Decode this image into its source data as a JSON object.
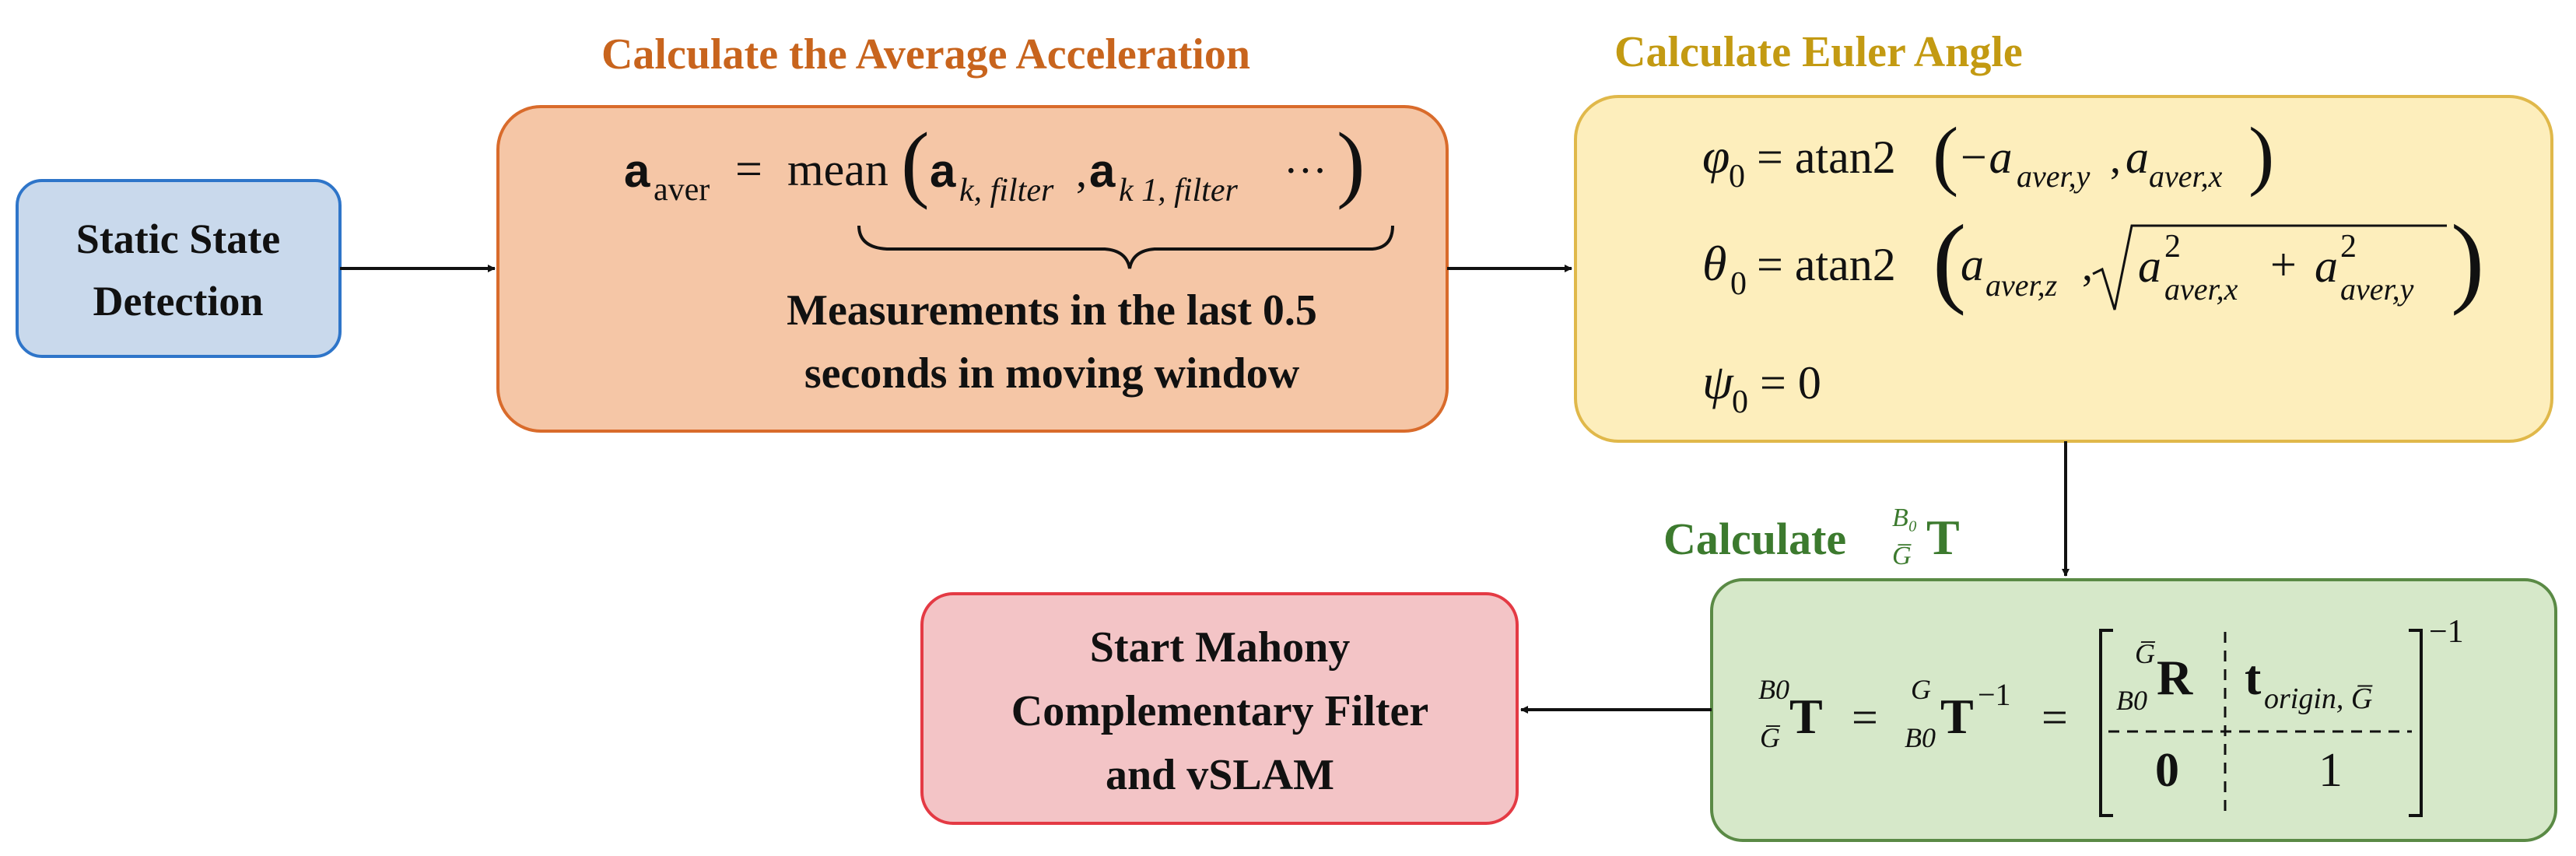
{
  "colors": {
    "blue_fill": "#c9d9ec",
    "blue_stroke": "#2e75c9",
    "orange_fill": "#f5c6a6",
    "orange_stroke": "#d96b2b",
    "orange_title": "#c8641d",
    "yellow_fill": "#fdeebc",
    "yellow_stroke": "#e0b84a",
    "yellow_title": "#c39a12",
    "green_fill": "#d6e8c9",
    "green_stroke": "#5a8a45",
    "green_title": "#3c7a2e",
    "red_fill": "#f3c4c6",
    "red_stroke": "#e43a44",
    "text": "#111111"
  },
  "static_state": {
    "line1": "Static State",
    "line2": "Detection"
  },
  "average": {
    "title": "Calculate the Average Acceleration",
    "eq_lhs_symbol": "a",
    "eq_lhs_sub": "aver",
    "eq_equals": "=",
    "eq_func": "mean",
    "eq_term1_symbol": "a",
    "eq_term1_sub": "k, filter",
    "eq_term2_symbol": "a",
    "eq_term2_sub": "k   1, filter",
    "eq_ellipsis": "···",
    "note_line1": "Measurements in the last 0.5",
    "note_line2": "seconds in moving window"
  },
  "euler": {
    "title": "Calculate Euler Angle",
    "phi_symbol": "φ",
    "phi_sub": "0",
    "phi_rhs": "= atan2",
    "phi_arg1": "−a",
    "phi_arg1_sub": "aver,y",
    "phi_arg2": "a",
    "phi_arg2_sub": "aver,x",
    "theta_symbol": "θ",
    "theta_sub": "0",
    "theta_rhs": "= atan2",
    "theta_arg1": "a",
    "theta_arg1_sub": "aver,z",
    "theta_sq1": "a",
    "theta_sq1_sup": "2",
    "theta_sq1_sub": "aver,x",
    "theta_plus": "+",
    "theta_sq2": "a",
    "theta_sq2_sup": "2",
    "theta_sq2_sub": "aver,y",
    "psi_symbol": "ψ",
    "psi_sub": "0",
    "psi_rhs": "= 0"
  },
  "transform": {
    "title_text": "Calculate",
    "title_sup": "B₀",
    "title_sub": "G̅",
    "title_symbol": "T",
    "lhs_sup": "B0",
    "lhs_sub": "G̅",
    "lhs_symbol": "T",
    "eq1": "=",
    "mid_sup": "G",
    "mid_sub": "B0",
    "mid_symbol": "T",
    "mid_inv": "−1",
    "eq2": "=",
    "m11_sup": "G̅",
    "m11_sub": "B0",
    "m11_symbol": "R",
    "m12_symbol": "t",
    "m12_sub": "origin, G̅",
    "m21": "0",
    "m22": "1",
    "outer_inv": "−1"
  },
  "start": {
    "line1": "Start Mahony",
    "line2": "Complementary Filter",
    "line3": "and vSLAM"
  }
}
